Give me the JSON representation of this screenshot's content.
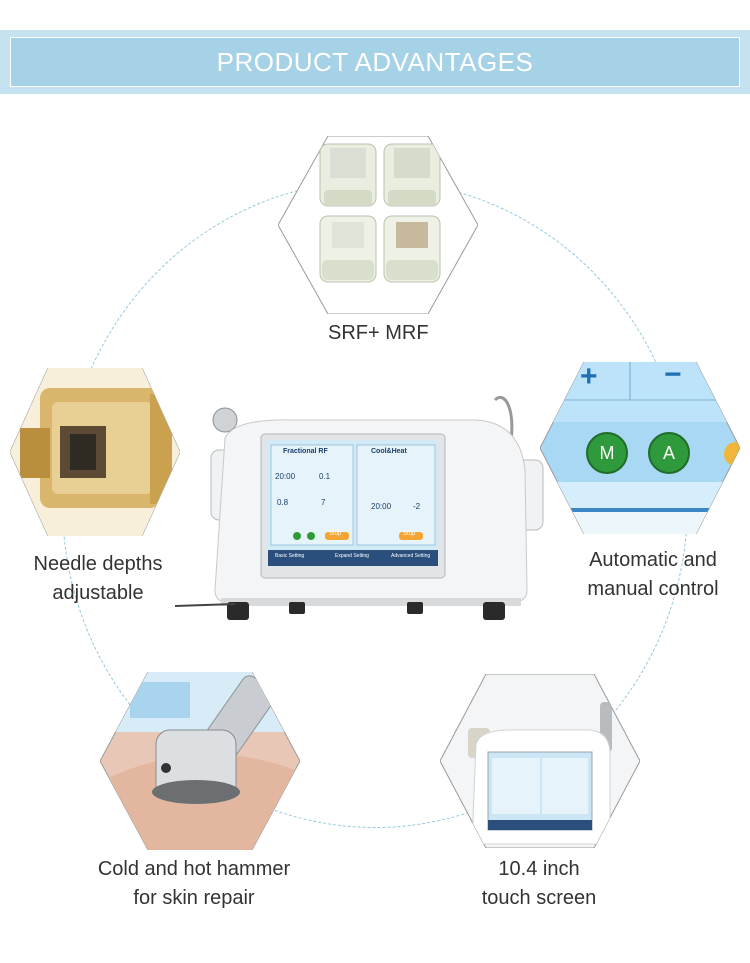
{
  "banner": {
    "title": "PRODUCT ADVANTAGES"
  },
  "features": {
    "srf_mrf": "SRF+ MRF",
    "needle_depth": {
      "line1": "Needle depths",
      "line2": "adjustable"
    },
    "auto_manual": {
      "line1": "Automatic and",
      "line2": "manual control"
    },
    "hammer": {
      "line1": "Cold and hot hammer",
      "line2": "for skin repair"
    },
    "touch_screen": {
      "line1": "10.4 inch",
      "line2": "touch screen"
    }
  },
  "control_panel": {
    "plus": "+",
    "minus": "−",
    "manual": "M",
    "auto": "A"
  },
  "device_screen": {
    "panel_left": "Fractional RF",
    "panel_right": "Cool&Heat",
    "work_time": "20:00",
    "energy": "0.1",
    "depth": "0.8",
    "rf_intensity": "7",
    "right_time": "20:00",
    "right_level": "-2",
    "stop": "Stop",
    "tabs": [
      "Basic Setting",
      "Expand Setting",
      "Advanced Setting"
    ]
  },
  "colors": {
    "banner": "#a6d2e7",
    "dashed_circle": "#8fc6dc",
    "button_green": "#2f9a3c"
  }
}
